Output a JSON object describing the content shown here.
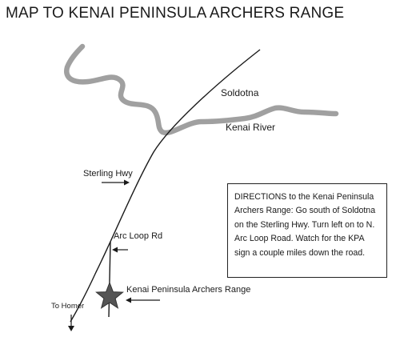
{
  "title": "MAP TO KENAI PENINSULA ARCHERS RANGE",
  "labels": {
    "soldotna": "Soldotna",
    "kenai_river": "Kenai River",
    "sterling_hwy": "Sterling Hwy",
    "arc_loop_rd": "Arc Loop Rd",
    "range": "Kenai Peninsula Archers Range",
    "to_homer": "To Homer"
  },
  "directions": "DIRECTIONS to the Kenai Peninsula Archers Range:  Go south of Soldotna on the Sterling Hwy.  Turn left on to N. Arc Loop Road.  Watch for the KPA sign a couple miles down the road.",
  "colors": {
    "ink": "#1a1a1a",
    "river": "#a0a0a0",
    "star": "#555555"
  },
  "icons": {
    "range_marker": "star-icon",
    "pointer": "arrow-icon"
  }
}
